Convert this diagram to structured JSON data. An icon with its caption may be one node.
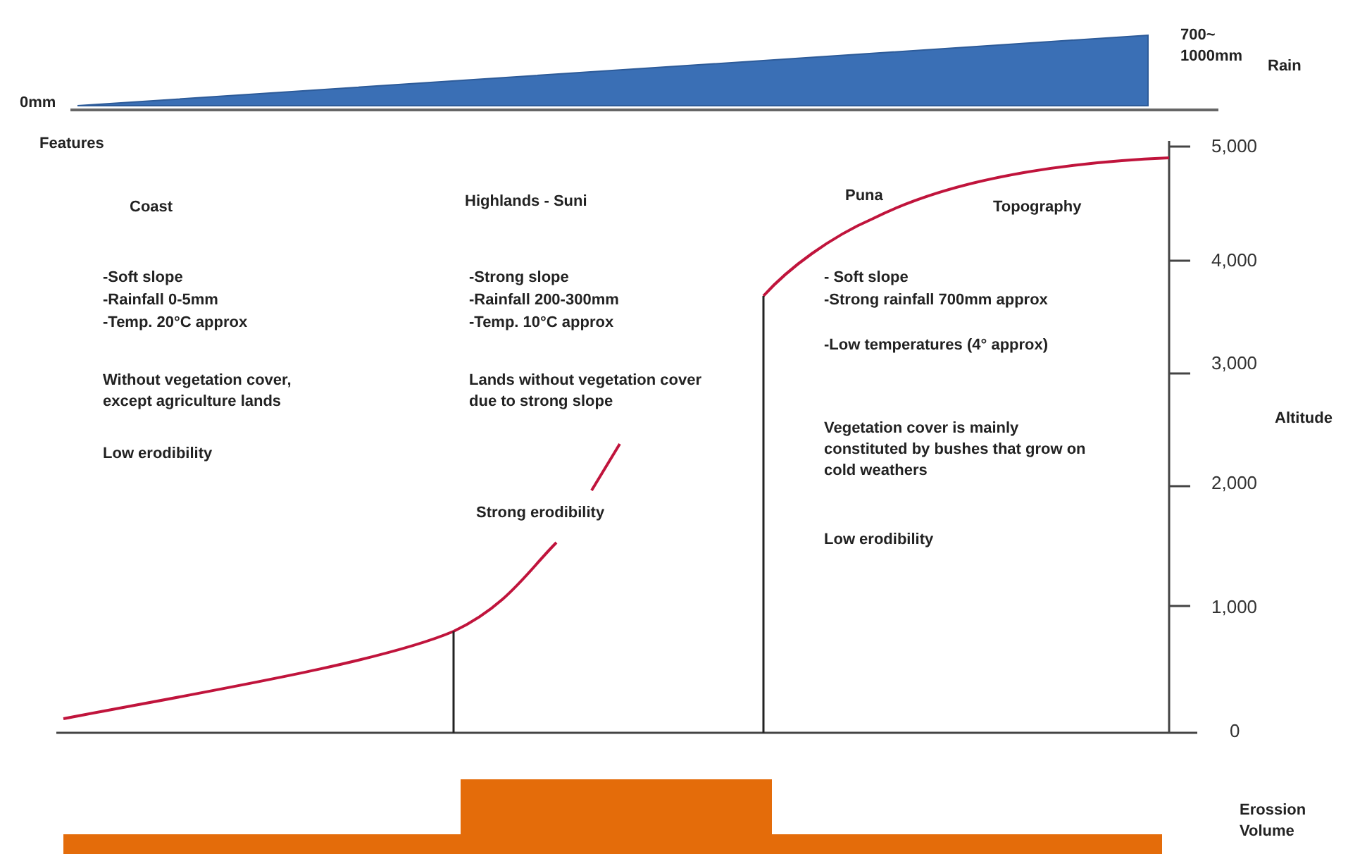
{
  "diagram": {
    "labels": [
      "700~ 1000mm",
      "Rain",
      "0mm",
      "Features",
      "5,000",
      "Coast",
      "Highlands - Suni",
      "Puna",
      "Topography",
      "4,000",
      "-Soft slope",
      "-Strong slope",
      "- Soft slope",
      "-Rainfall 0-5mm",
      "-Rainfall 200-300mm",
      "-Strong rainfall 700mm approx",
      "-Temp. 20°C approx",
      "-Temp. 10°C approx",
      "-Low temperatures (4° approx)",
      "3,000",
      "Without vegetation cover, except agriculture lands",
      "Lands without vegetation cover due to strong slope",
      "Altitude",
      "Vegetation cover is mainly constituted by bushes that grow on cold weathers",
      "Low erodibility",
      "2,000",
      "Strong erodibility",
      "Low erodibility",
      "1,000",
      "0",
      "Erossion Volume"
    ]
  }
}
